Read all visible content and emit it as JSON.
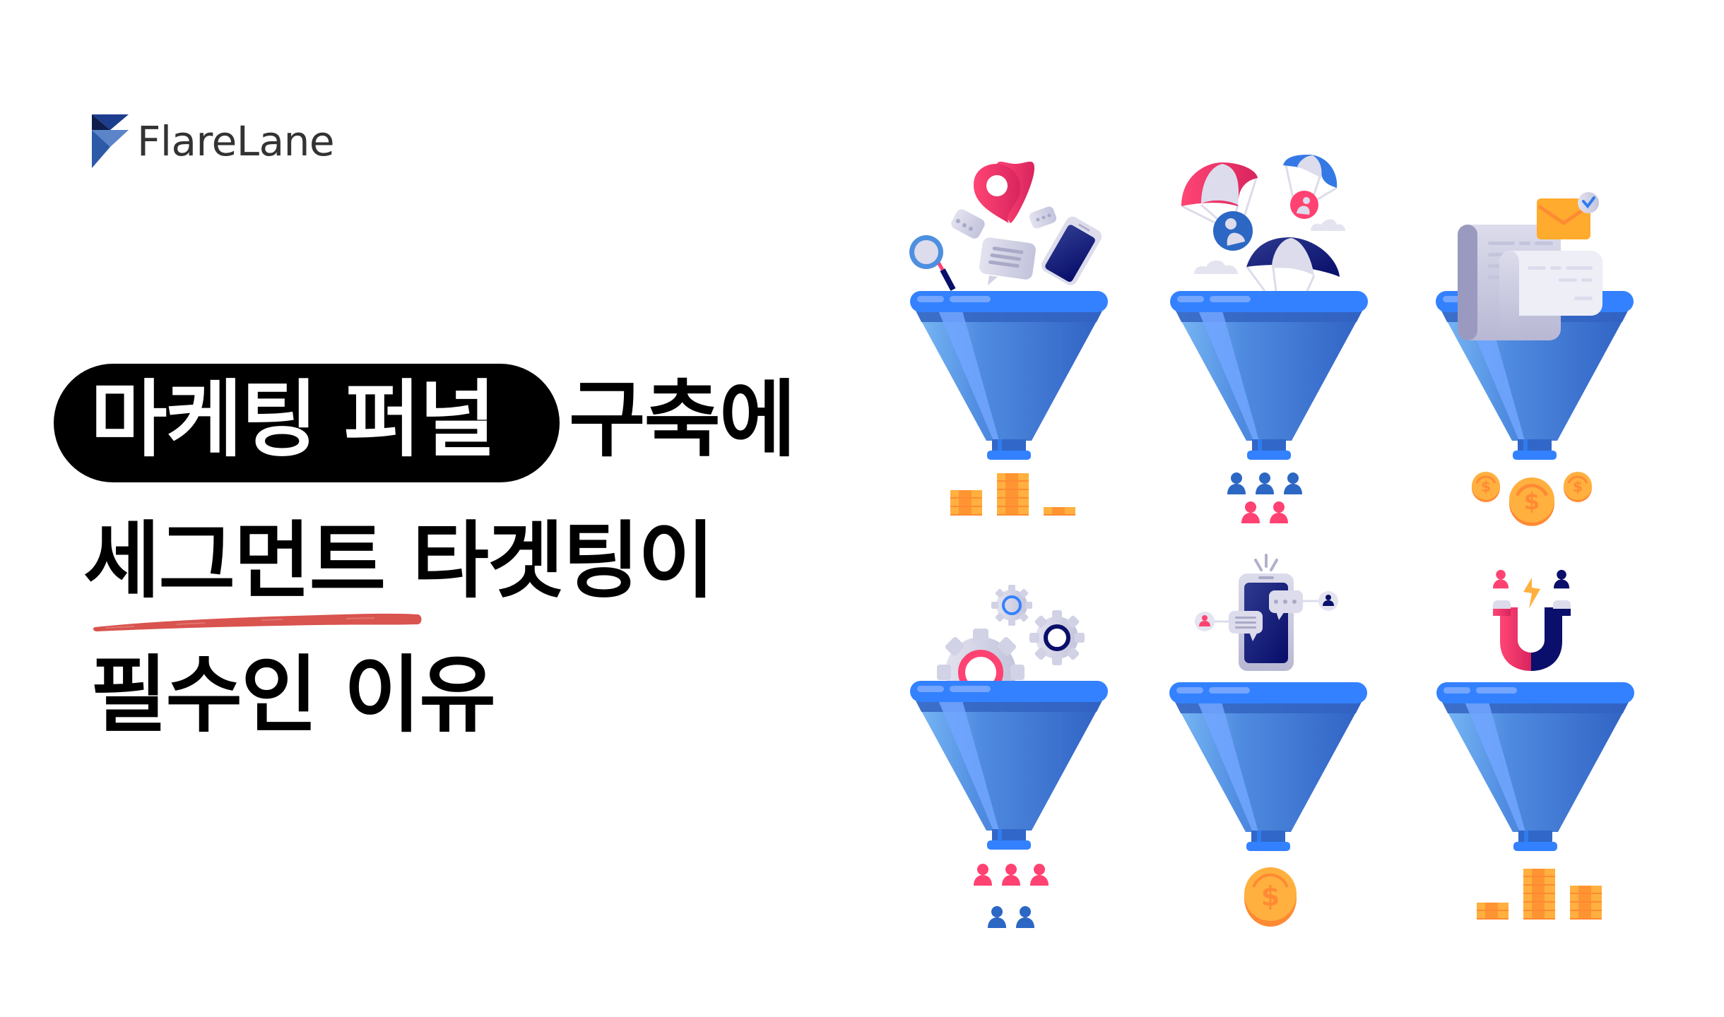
{
  "brand": {
    "name": "FlareLane",
    "colors": {
      "logo_dark": "#0f1e4a",
      "logo_mid": "#1d3d8f",
      "logo_light": "#5b84c9",
      "logo_base": "#2d5aa6",
      "text": "#333333"
    }
  },
  "headline": {
    "line1_highlight": "마케팅 퍼널",
    "line1_rest": "구축에",
    "line2": "세그먼트 타겟팅이",
    "line3": "필수인 이유",
    "underlined_text": "세그먼트",
    "colors": {
      "text": "#000000",
      "pill_bg": "#000000",
      "pill_text": "#ffffff",
      "underline": "#d9534f"
    }
  },
  "illustration": {
    "colors": {
      "funnel_rim": "#3381ff",
      "funnel_rim_highlight": "#74a5ff",
      "funnel_body_dark": "#3165c5",
      "funnel_body_light": "#76b8f5",
      "funnel_stripe": "#72a6ff",
      "coin_orange": "#ffb03f",
      "coin_dark": "#ff8a33",
      "pink": "#ff4271",
      "navy": "#0a0f6b",
      "blue": "#2c67c4",
      "gray": "#dcdcec"
    },
    "funnels": [
      {
        "id": "funnel-1",
        "input": "location-search-chat-phone",
        "output": "coin-stacks"
      },
      {
        "id": "funnel-2",
        "input": "parachute-users",
        "output": "user-group"
      },
      {
        "id": "funnel-3",
        "input": "documents-email",
        "output": "dollar-coins"
      },
      {
        "id": "funnel-4",
        "input": "gears",
        "output": "user-group"
      },
      {
        "id": "funnel-5",
        "input": "phone-messaging",
        "output": "dollar-coin"
      },
      {
        "id": "funnel-6",
        "input": "magnet-users",
        "output": "coin-stacks"
      }
    ]
  }
}
